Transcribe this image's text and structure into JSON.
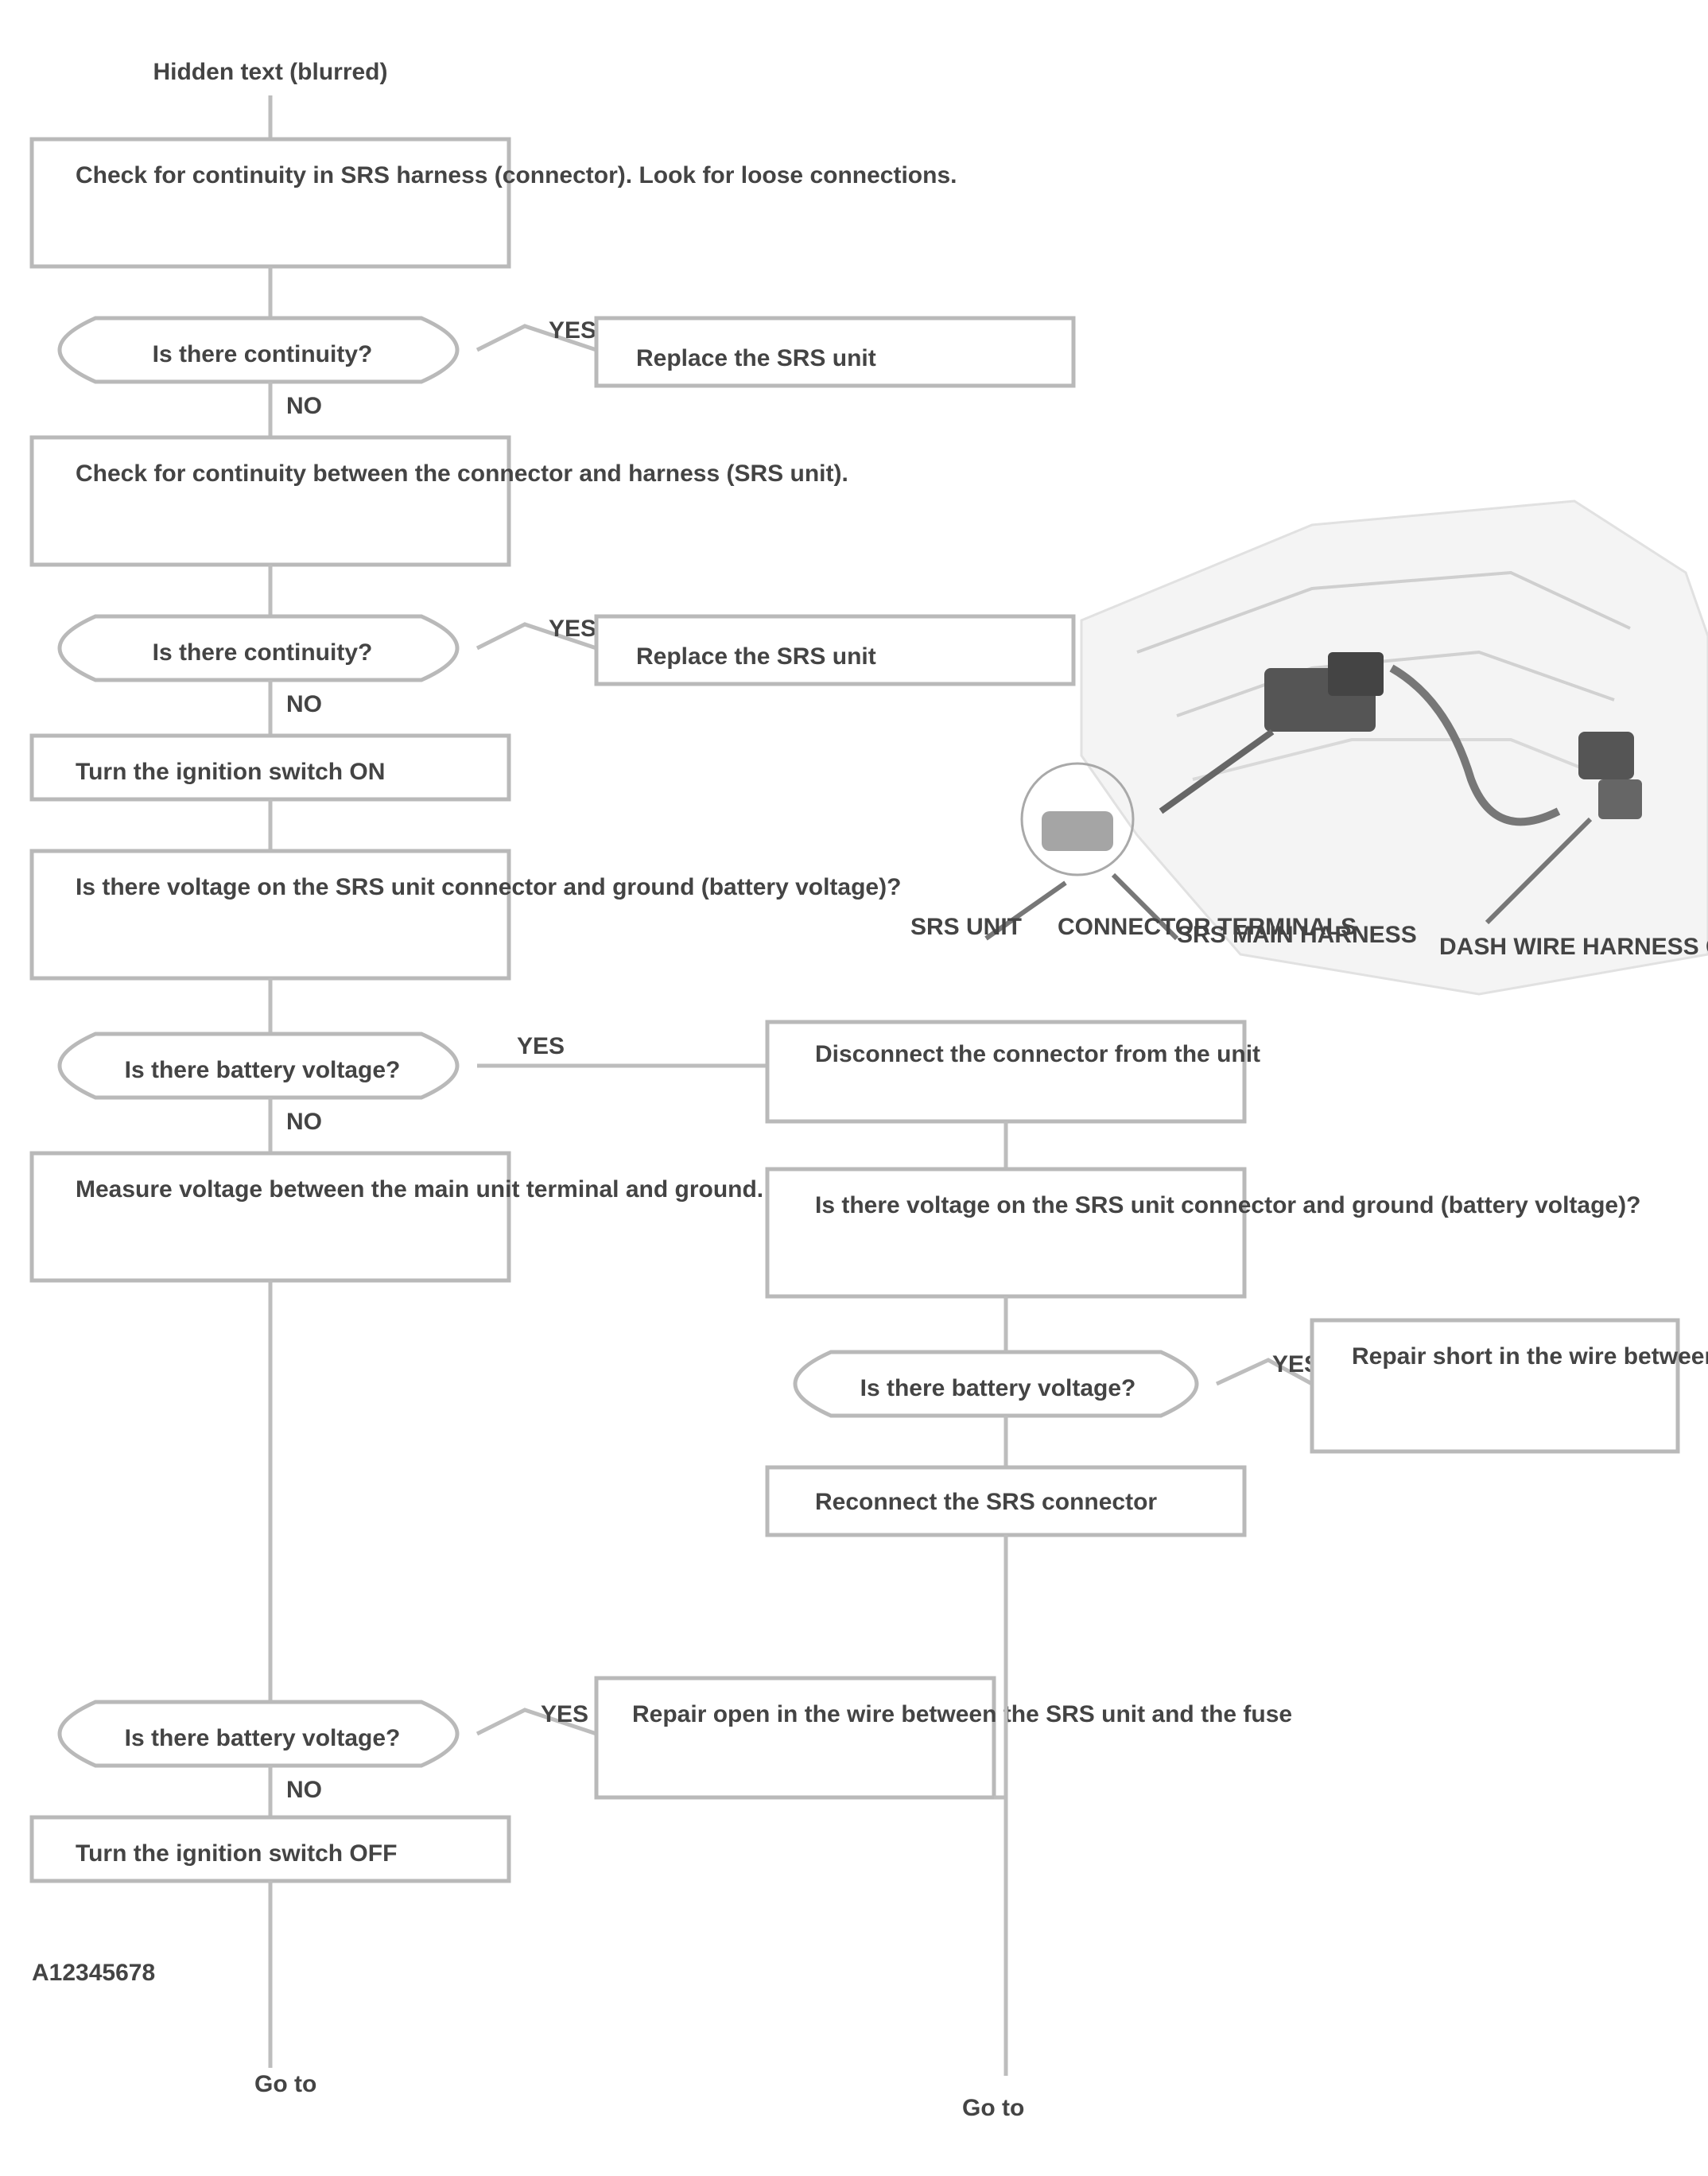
{
  "header": {
    "label": "Hidden text (blurred)"
  },
  "left_column": {
    "step1": "Check for continuity in SRS harness (connector). Look for loose connections.",
    "decision1": "Is there continuity?",
    "decision1_yes": "YES",
    "action1": "Replace the SRS unit",
    "decision1_no": "NO",
    "step2": "Check for continuity between the connector and harness (SRS unit).",
    "decision2": "Is there continuity?",
    "decision2_yes": "YES",
    "action2": "Replace the SRS unit",
    "decision2_no": "NO",
    "step3": "Turn the ignition switch ON",
    "step4": "Is there voltage on the SRS unit connector and ground (battery voltage)?",
    "decision3": "Is there battery voltage?",
    "decision3_yes": "YES",
    "decision3_no": "NO",
    "step5": "Measure voltage between the main unit terminal and ground.",
    "decision4": "Is there battery voltage?",
    "decision4_yes": "YES",
    "action4": "Repair open in the wire between the SRS unit and the fuse",
    "decision4_no": "NO",
    "step6": "Turn the ignition switch OFF",
    "figure_code": "A12345678",
    "to_left": "Go to",
    "footer": {
      "left": "Go to"
    }
  },
  "right_column": {
    "step1": "Disconnect the connector from the unit",
    "step2": "Is there voltage on the SRS unit connector and ground (battery voltage)?",
    "decision1": "Is there battery voltage?",
    "decision1_yes": "YES",
    "action1": "Repair short in the wire between the SRS unit and ground",
    "step3": "Reconnect the SRS connector",
    "to_right": "Go to"
  },
  "illustration": {
    "label1": "SRS UNIT",
    "label2": "CONNECTOR TERMINALS",
    "label3": "SRS MAIN HARNESS",
    "label4": "DASH WIRE HARNESS CONNECTOR"
  },
  "colors": {
    "box_border": "#b9b9b9",
    "line": "#bdbdbd",
    "text": "#333333"
  }
}
